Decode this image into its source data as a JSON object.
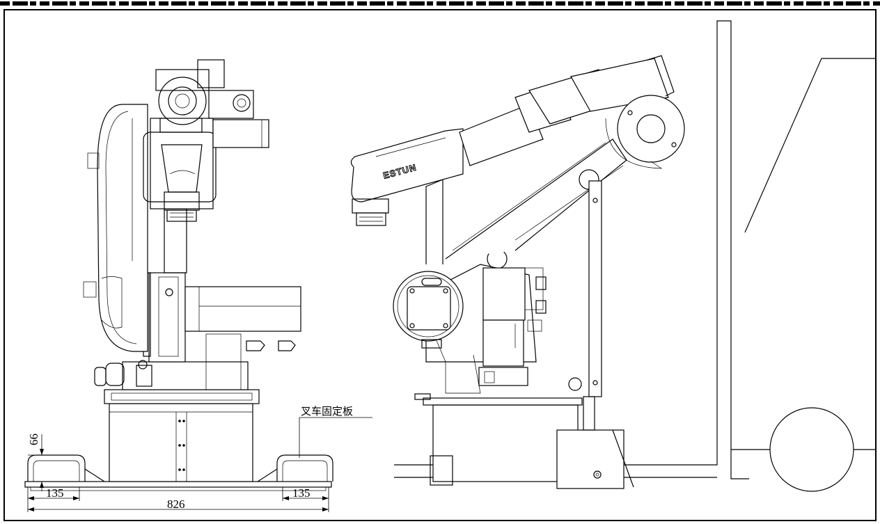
{
  "drawing": {
    "brand_logo": "ESTUN",
    "annotation_label": "叉车固定板",
    "dimensions": {
      "height_66": "66",
      "left_135": "135",
      "total_826": "826",
      "right_135": "135"
    }
  }
}
